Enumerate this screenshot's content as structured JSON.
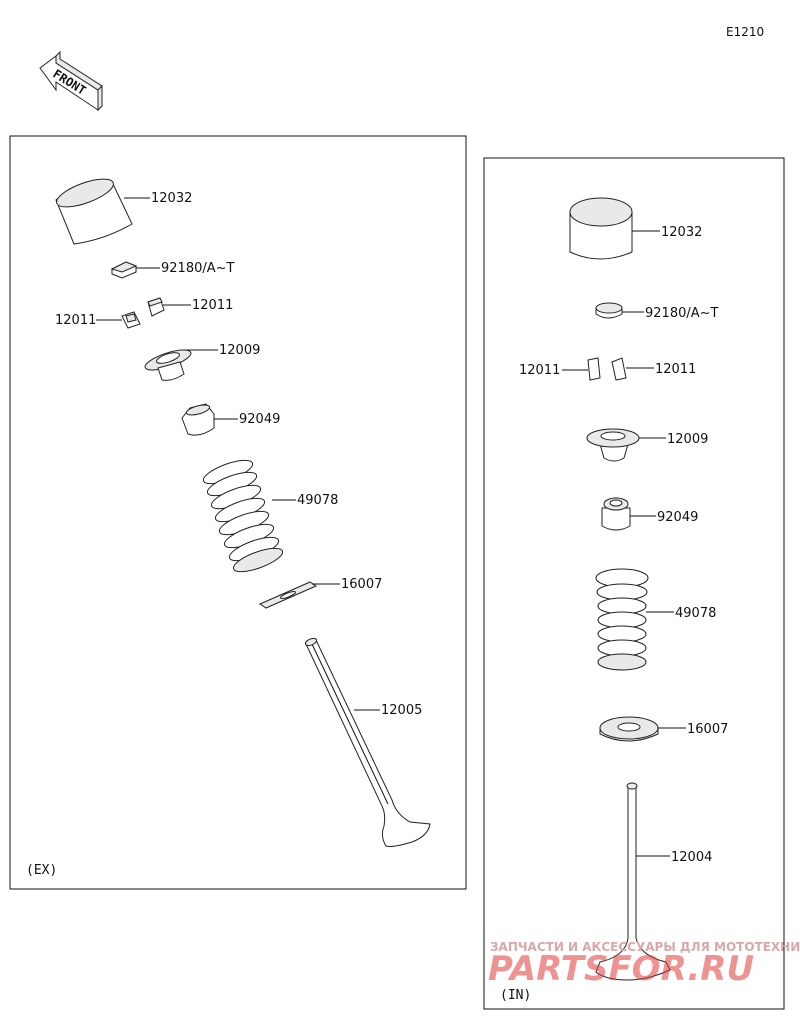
{
  "diagram_code": "E1210",
  "front_label": "FRONT",
  "exhaust_panel": {
    "tag": "(EX)",
    "parts": {
      "tappet": "12032",
      "shim": "92180/A~T",
      "cotter_left": "12011",
      "cotter_right": "12011",
      "retainer": "12009",
      "seal": "92049",
      "spring": "49078",
      "seat": "16007",
      "valve": "12005"
    }
  },
  "intake_panel": {
    "tag": "(IN)",
    "parts": {
      "tappet": "12032",
      "shim": "92180/A~T",
      "cotter_left": "12011",
      "cotter_right": "12011",
      "retainer": "12009",
      "seal": "92049",
      "spring": "49078",
      "seat": "16007",
      "valve": "12004"
    }
  },
  "watermark": {
    "caption": "ЗАПЧАСТИ И АКСЕССУАРЫ ДЛЯ МОТОТЕХНИКИ",
    "brand": "PARTSFOR.RU"
  }
}
